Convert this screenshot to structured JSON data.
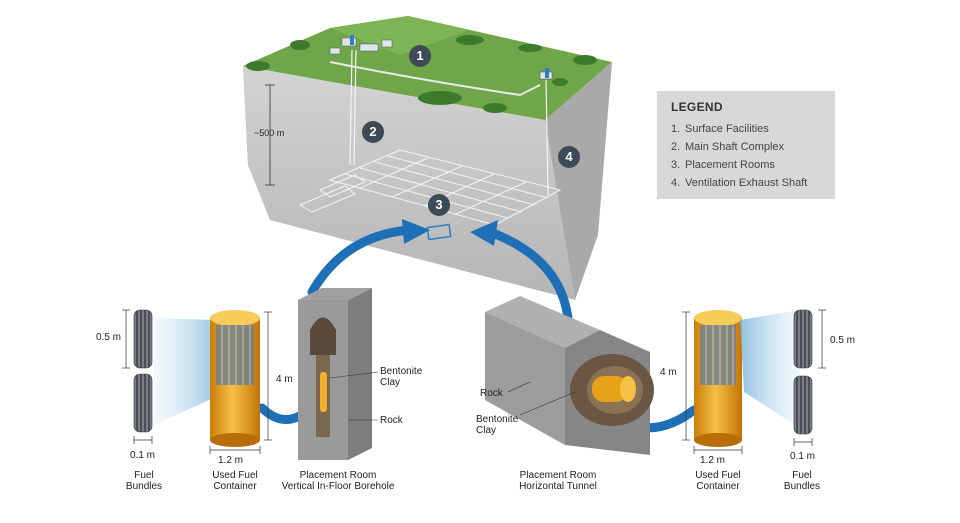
{
  "legend": {
    "title": "LEGEND",
    "items": [
      {
        "num": "1.",
        "label": "Surface Facilities"
      },
      {
        "num": "2.",
        "label": "Main Shaft Complex"
      },
      {
        "num": "3.",
        "label": "Placement Rooms"
      },
      {
        "num": "4.",
        "label": "Ventilation Exhaust Shaft"
      }
    ]
  },
  "markers": [
    "1",
    "2",
    "3",
    "4"
  ],
  "depth_label": "~500 m",
  "left_assembly": {
    "bundle_height": "0.5 m",
    "bundle_width": "0.1 m",
    "container_height": "4 m",
    "container_width": "1.2 m",
    "bundles_caption": [
      "Fuel",
      "Bundles"
    ],
    "container_caption": [
      "Used Fuel",
      "Container"
    ],
    "room_caption": [
      "Placement Room",
      "Vertical In-Floor Borehole"
    ],
    "clay_label": [
      "Bentonite",
      "Clay"
    ],
    "rock_label": "Rock"
  },
  "right_assembly": {
    "room_caption": [
      "Placement Room",
      "Horizontal Tunnel"
    ],
    "rock_label": "Rock",
    "clay_label": [
      "Bentonite",
      "Clay"
    ],
    "container_height": "4 m",
    "container_width": "1.2 m",
    "container_caption": [
      "Used Fuel",
      "Container"
    ],
    "bundle_height": "0.5 m",
    "bundle_width": "0.1 m",
    "bundles_caption": [
      "Fuel",
      "Bundles"
    ]
  },
  "colors": {
    "surface_green": "#6fa64a",
    "rock_gray": "#c9c9c9",
    "arrow_blue": "#1f6fb6",
    "container_orange": "#e8a21a",
    "marker_dark": "#3d4b57",
    "legend_bg": "#d8d8d8"
  }
}
